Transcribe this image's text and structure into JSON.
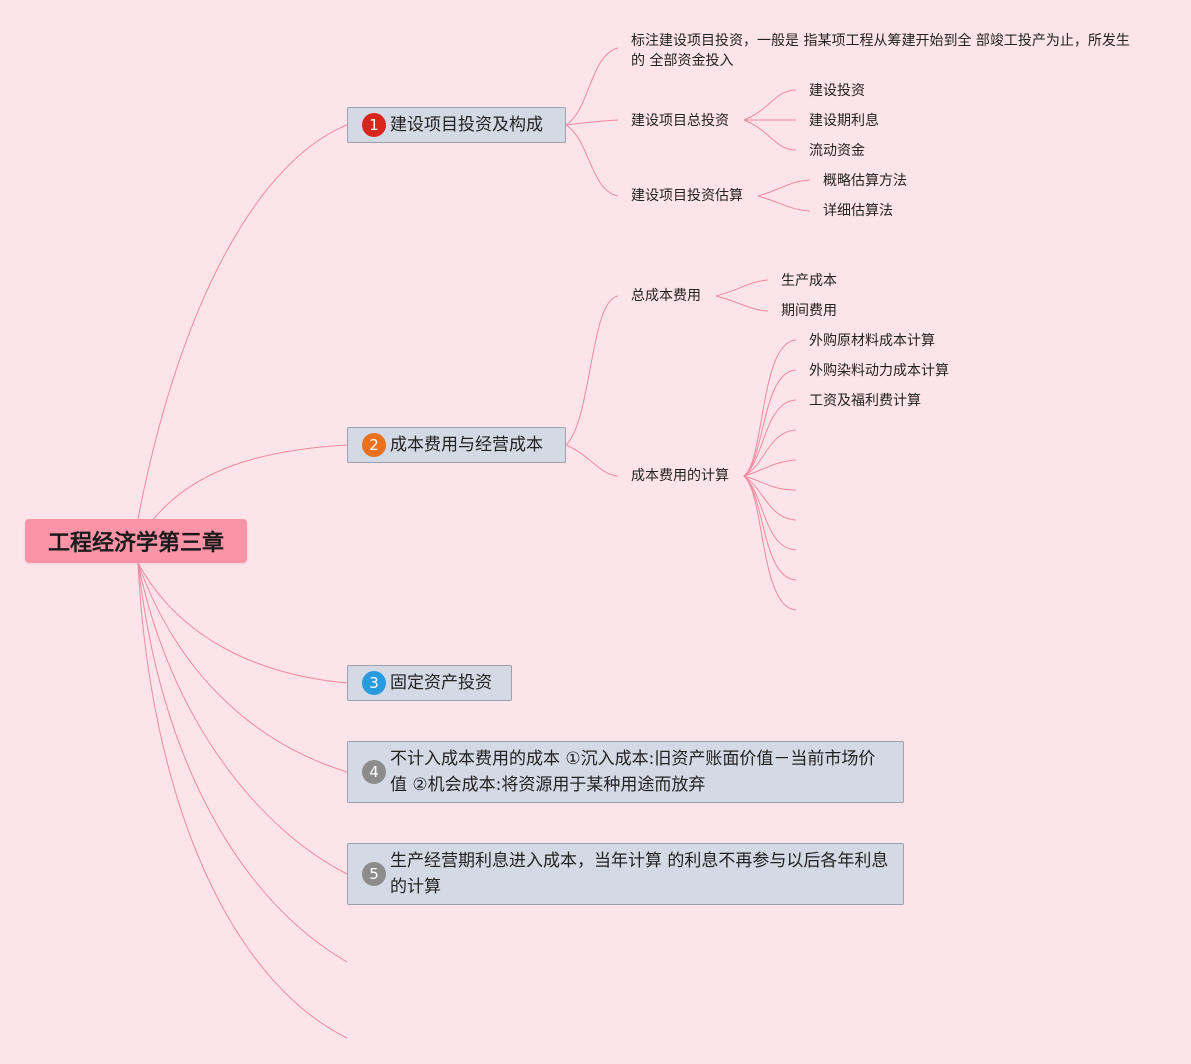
{
  "central": {
    "label": "工程经济学第三章"
  },
  "topics": [
    {
      "number": "1",
      "label": "建设项目投资及构成",
      "badge_color": "#d9261c"
    },
    {
      "number": "2",
      "label": "成本费用与经营成本",
      "badge_color": "#e8701e"
    },
    {
      "number": "3",
      "label": "固定资产投资",
      "badge_color": "#2b9be0"
    },
    {
      "number": "4",
      "label": "不计入成本费用的成本 ①沉入成本:旧资产账面价值－当前市场价值 ②机会成本:将资源用于某种用途而放弃",
      "badge_color": "#8c8c8c"
    },
    {
      "number": "5",
      "label": "生产经营期利息进入成本，当年计算 的利息不再参与以后各年利息的计算",
      "badge_color": "#8c8c8c"
    }
  ],
  "topic1": {
    "definition": "标注建设项目投资，一般是 指某项工程从筹建开始到全 部竣工投产为止，所发生的 全部资金投入",
    "total_investment": "建设项目总投资",
    "total_children": [
      "建设投资",
      "建设期利息",
      "流动资金"
    ],
    "estimation": "建设项目投资估算",
    "estimation_children": [
      "概略估算方法",
      "详细估算法"
    ]
  },
  "topic2": {
    "total_cost": "总成本费用",
    "total_cost_children": [
      "生产成本",
      "期间费用"
    ],
    "calc": "成本费用的计算",
    "calc_children": [
      "外购原材料成本计算",
      "外购染料动力成本计算",
      "工资及福利费计算"
    ]
  },
  "colors": {
    "background": "#fde4ea",
    "central": "#fc93a7",
    "branch": "#f08aa0",
    "topic": "#d3d9e5"
  }
}
